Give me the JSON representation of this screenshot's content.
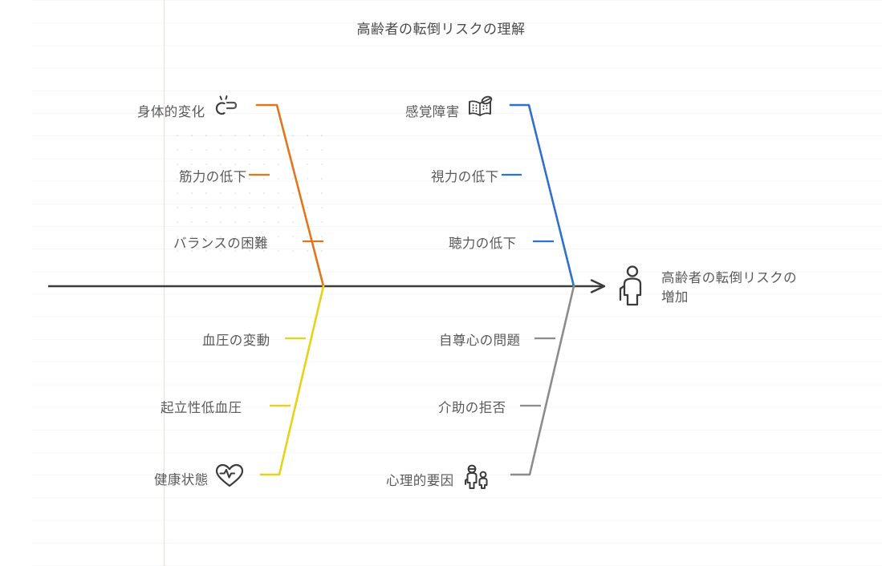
{
  "diagram": {
    "title": "高齢者の転倒リスクの理解",
    "type": "fishbone",
    "effect": {
      "label": "高齢者の転倒リスクの\n増加",
      "line1": "高齢者の転倒リスクの",
      "line2": "増加",
      "icon": "elderly-person-icon"
    },
    "spine": {
      "color": "#3b3b3b",
      "arrow": true
    },
    "categories": [
      {
        "id": "physical-changes",
        "label": "身体的変化",
        "icon": "body-movement-icon",
        "color": "#e2761b",
        "position": "top-left",
        "causes": [
          "筋力の低下",
          "バランスの困難"
        ]
      },
      {
        "id": "sensory-impairment",
        "label": "感覚障害",
        "icon": "braille-book-icon",
        "color": "#2f70d0",
        "position": "top-right",
        "causes": [
          "視力の低下",
          "聴力の低下"
        ]
      },
      {
        "id": "health-condition",
        "label": "健康状態",
        "icon": "heart-pulse-icon",
        "color": "#e8d217",
        "position": "bottom-left",
        "causes": [
          "血圧の変動",
          "起立性低血圧"
        ]
      },
      {
        "id": "psychological-factors",
        "label": "心理的要因",
        "icon": "two-people-icon",
        "color": "#8c8c8c",
        "position": "bottom-right",
        "causes": [
          "自尊心の問題",
          "介助の拒否"
        ]
      }
    ]
  },
  "labels": {
    "cat_physical": "身体的変化",
    "cat_sensory": "感覚障害",
    "cat_health": "健康状態",
    "cat_psych": "心理的要因",
    "c_muscle": "筋力の低下",
    "c_balance": "バランスの困難",
    "c_vision": "視力の低下",
    "c_hearing": "聴力の低下",
    "c_bp": "血圧の変動",
    "c_ortho": "起立性低血圧",
    "c_esteem": "自尊心の問題",
    "c_refusal": "介助の拒否"
  }
}
